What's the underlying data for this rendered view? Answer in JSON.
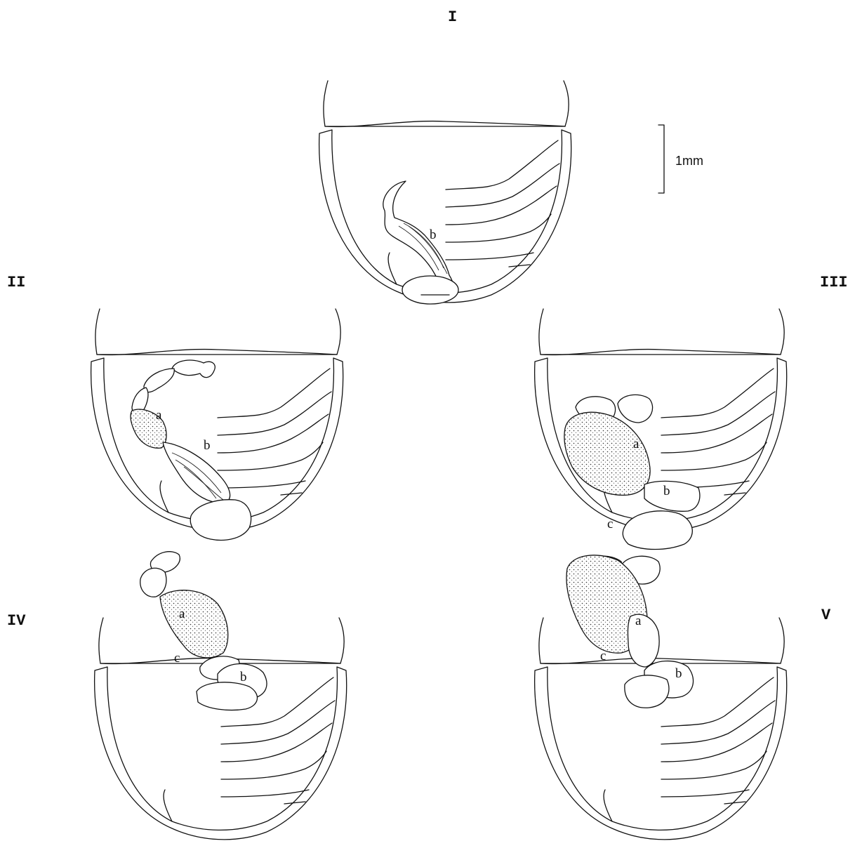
{
  "figure": {
    "panels": [
      {
        "id": "I",
        "label": "I",
        "organ_labels": [
          "b"
        ]
      },
      {
        "id": "II",
        "label": "II",
        "organ_labels": [
          "a",
          "b"
        ]
      },
      {
        "id": "III",
        "label": "III",
        "organ_labels": [
          "a",
          "b",
          "c"
        ]
      },
      {
        "id": "IV",
        "label": "IV",
        "organ_labels": [
          "a",
          "c",
          "b"
        ]
      },
      {
        "id": "V",
        "label": "V",
        "organ_labels": [
          "a",
          "c",
          "b"
        ]
      }
    ],
    "scale_bar": {
      "label": "1mm"
    },
    "colors": {
      "ink": "#111111",
      "background": "#ffffff"
    }
  }
}
